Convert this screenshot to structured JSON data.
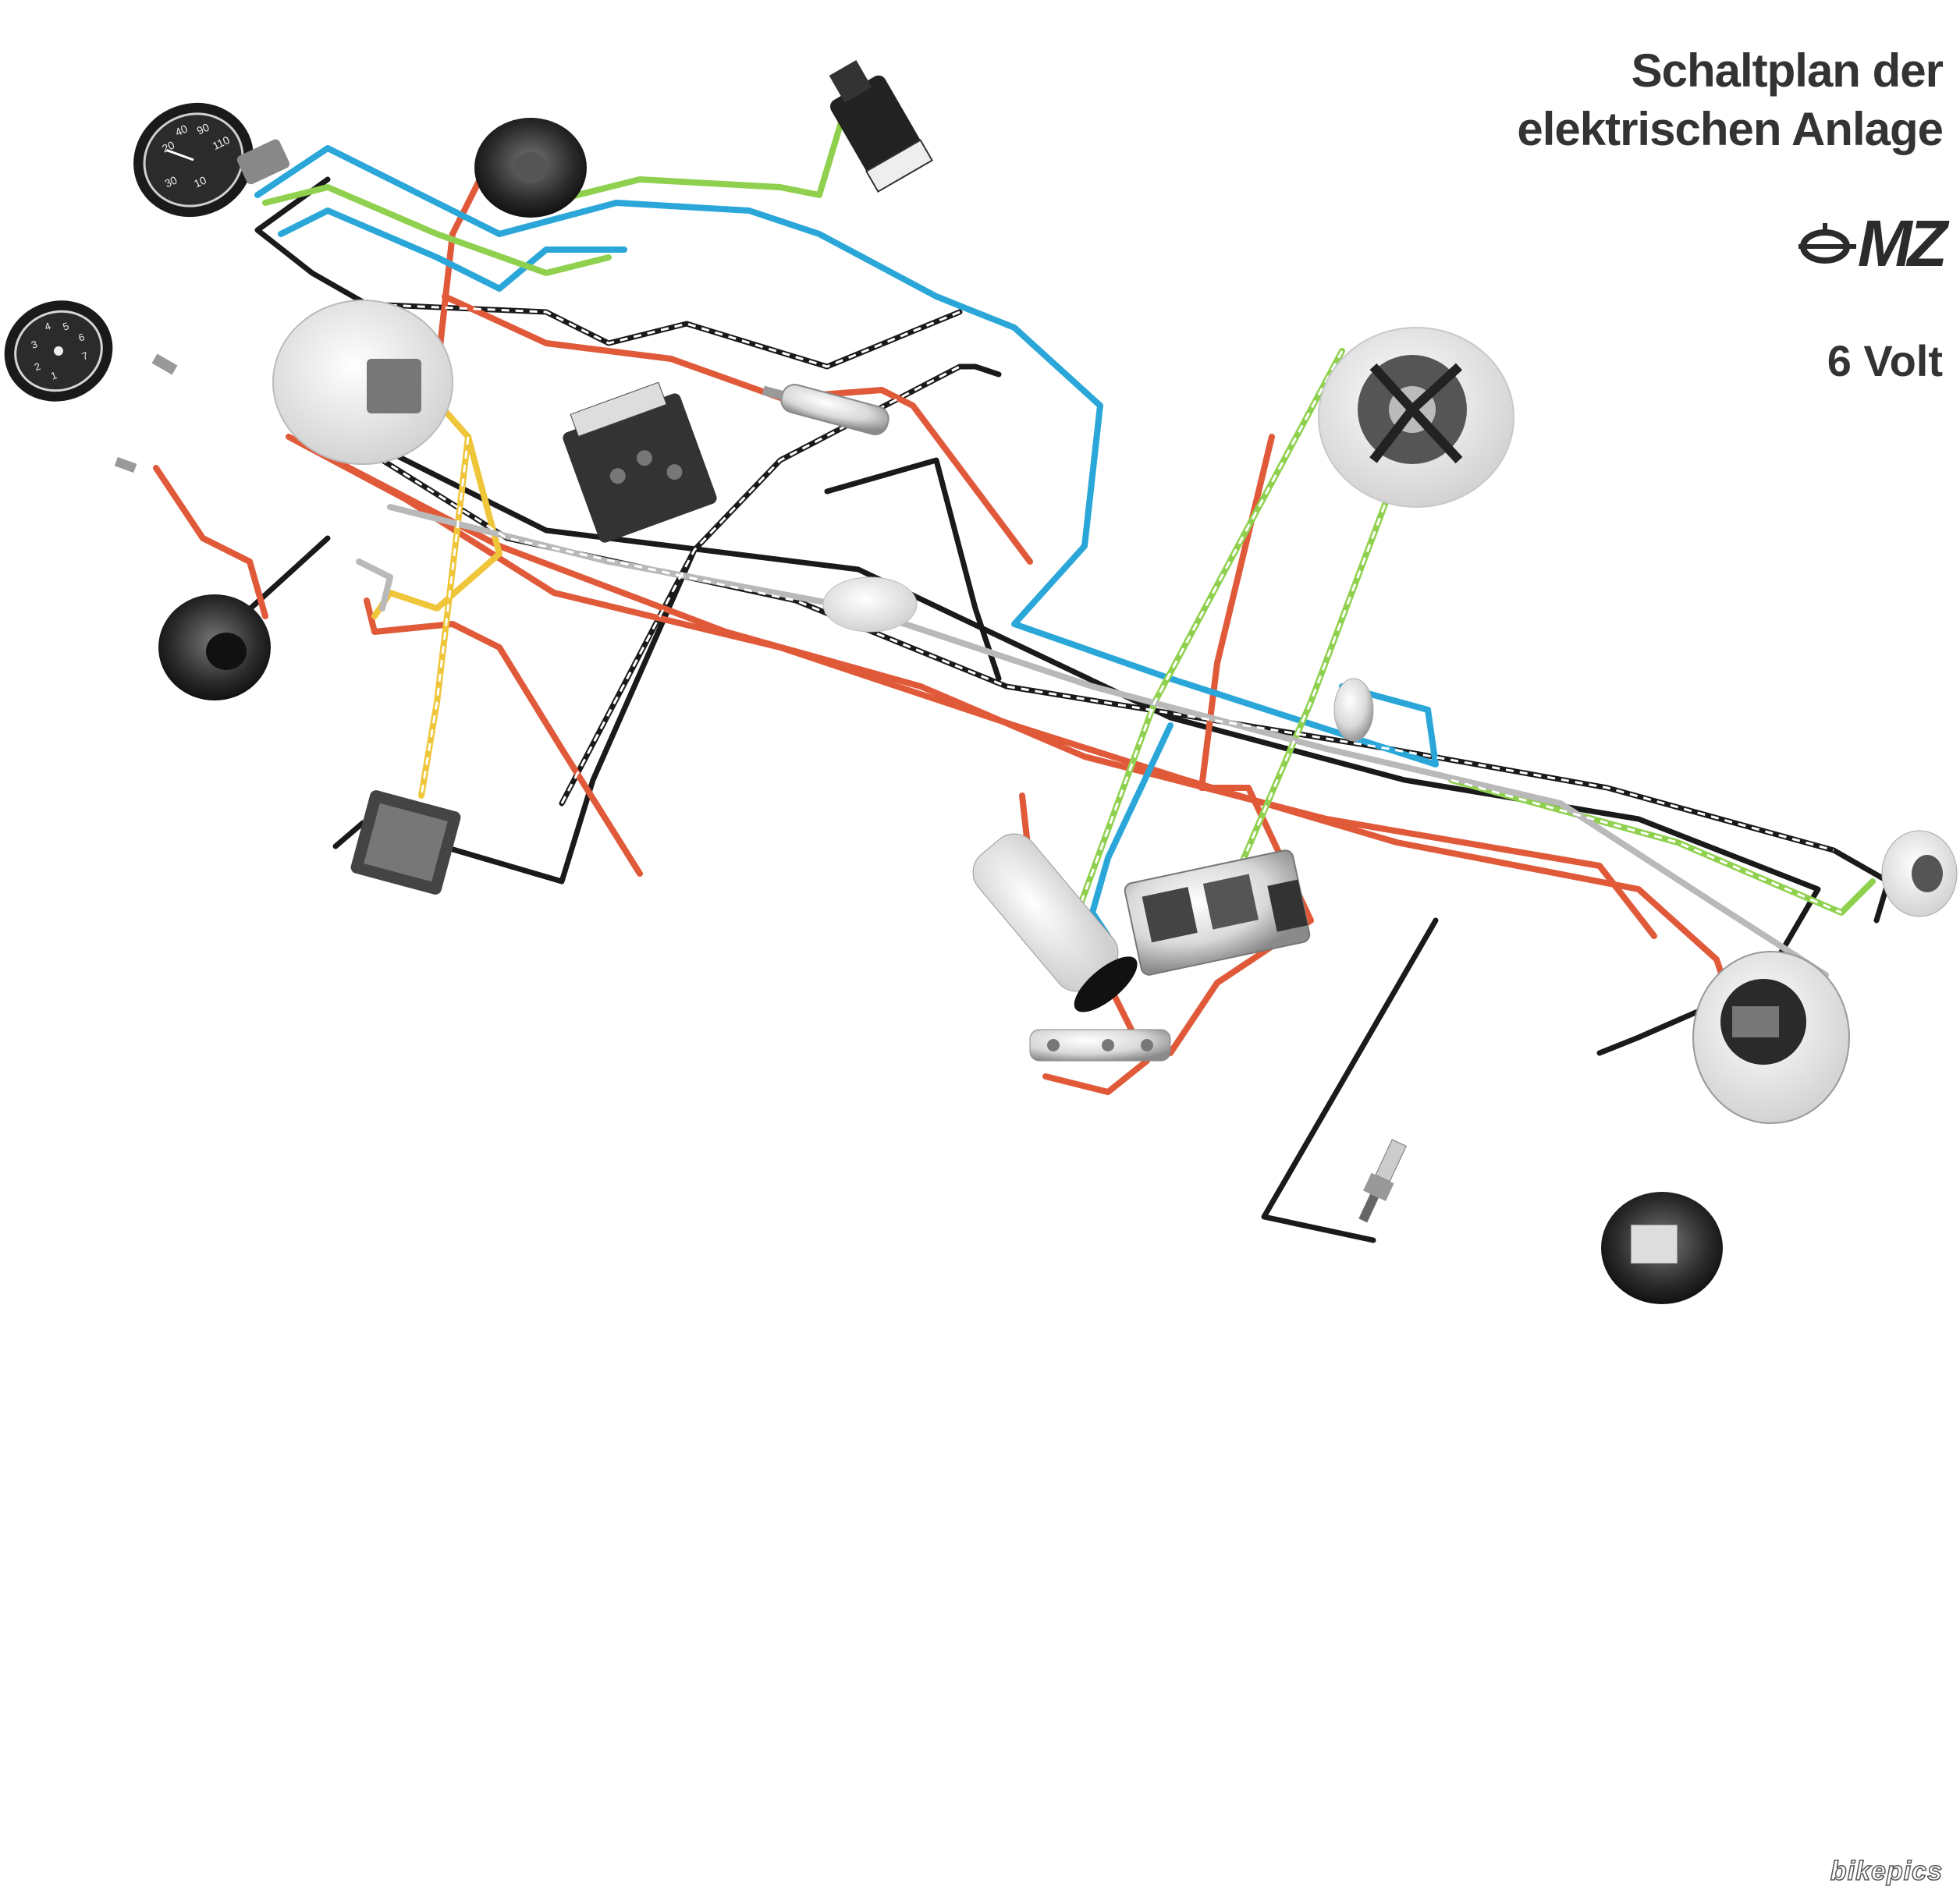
{
  "title": {
    "line1": "Schaltplan der",
    "line2": "elektrischen Anlage"
  },
  "brand": {
    "text": "MZ",
    "icon": "mz-logo-icon"
  },
  "voltage": "6 Volt",
  "watermark": "bikepics",
  "colors": {
    "black": "#1a1a1a",
    "red": "#e05a3a",
    "blue": "#2aa7d8",
    "green": "#8fd14f",
    "yellow": "#efc53a",
    "gray": "#b9b9b9",
    "white": "#ffffff"
  },
  "components": [
    {
      "id": "speedometer",
      "icon": "speedometer-icon"
    },
    {
      "id": "tachometer",
      "icon": "tachometer-icon"
    },
    {
      "id": "horn",
      "icon": "horn-icon"
    },
    {
      "id": "ignition-switch",
      "icon": "ignition-switch-icon"
    },
    {
      "id": "headlamp",
      "icon": "headlamp-icon"
    },
    {
      "id": "left-handlebar-switch",
      "icon": "handlebar-switch-icon"
    },
    {
      "id": "front-turn-signal",
      "icon": "turn-signal-icon"
    },
    {
      "id": "junction-box",
      "icon": "junction-box-icon"
    },
    {
      "id": "fuse-holder",
      "icon": "fuse-icon"
    },
    {
      "id": "relay",
      "icon": "relay-icon"
    },
    {
      "id": "alternator",
      "icon": "alternator-icon"
    },
    {
      "id": "oil-pressure-switch",
      "icon": "pressure-switch-icon"
    },
    {
      "id": "regulator",
      "icon": "regulator-icon"
    },
    {
      "id": "ignition-coil",
      "icon": "ignition-coil-icon"
    },
    {
      "id": "battery-terminal",
      "icon": "battery-icon"
    },
    {
      "id": "spark-plug",
      "icon": "spark-plug-icon"
    },
    {
      "id": "rear-turn-signal",
      "icon": "turn-signal-icon"
    },
    {
      "id": "tail-lamp",
      "icon": "tail-lamp-icon"
    },
    {
      "id": "rear-lamp",
      "icon": "rear-lamp-icon"
    }
  ]
}
